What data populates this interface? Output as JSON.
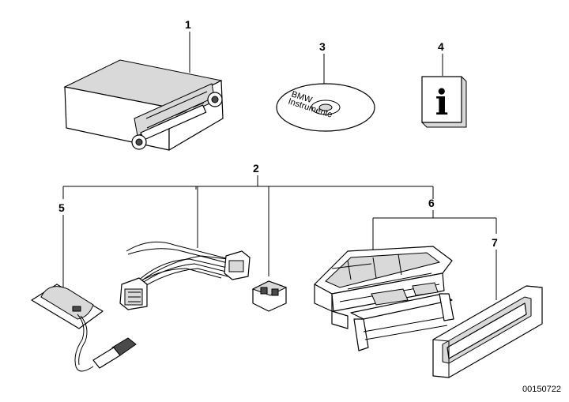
{
  "parts": [
    {
      "ref": "1"
    },
    {
      "ref": "2"
    },
    {
      "ref": "3"
    },
    {
      "ref": "4"
    },
    {
      "ref": "5"
    },
    {
      "ref": "6"
    },
    {
      "ref": "7"
    }
  ],
  "cd_label": {
    "line1": "BMW",
    "line2": "Instrumente"
  },
  "info_glyph": "i",
  "diagram_code": "00150722"
}
